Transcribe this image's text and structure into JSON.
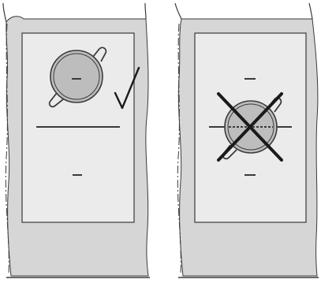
{
  "figure": {
    "colors": {
      "background": "#ffffff",
      "cabinet": "#d6d6d6",
      "cooktop": "#ebebeb",
      "pot": "#bdbdbd",
      "stroke": "#3a3a3a",
      "line": "#8a8a8a"
    },
    "panels": [
      {
        "placement": "correct",
        "result_icon": "check-mark-icon",
        "pot_position": "on-single-zone"
      },
      {
        "placement": "incorrect",
        "result_icon": "cross-mark-icon",
        "pot_position": "straddling-two-zones"
      }
    ]
  }
}
